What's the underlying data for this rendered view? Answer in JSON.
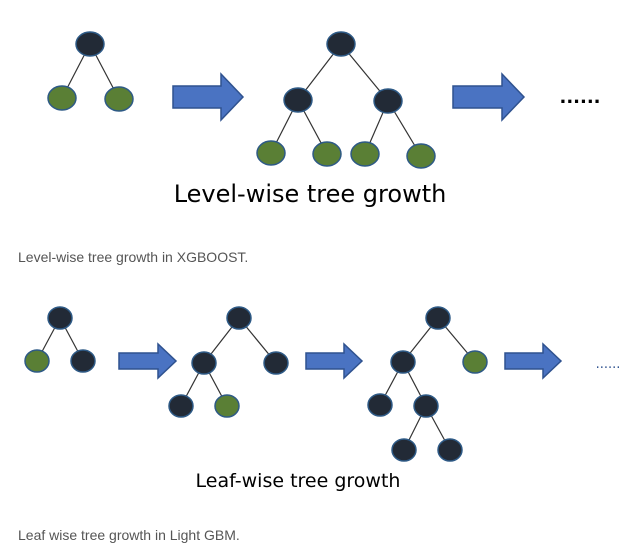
{
  "colors": {
    "internal_node": "#222a36",
    "leaf_node": "#5a7f35",
    "node_stroke": "#2e5a86",
    "edge": "#333333",
    "arrow_fill": "#4a73c2",
    "arrow_stroke": "#2f528f",
    "caption_text": "#555555",
    "title_text": "#000000"
  },
  "level_wise": {
    "title": "Level-wise tree growth",
    "ellipsis": "......",
    "caption": "Level-wise tree growth in XGBOOST."
  },
  "leaf_wise": {
    "title": "Leaf-wise tree growth",
    "ellipsis": "......",
    "caption": "Leaf wise tree growth in Light GBM."
  }
}
